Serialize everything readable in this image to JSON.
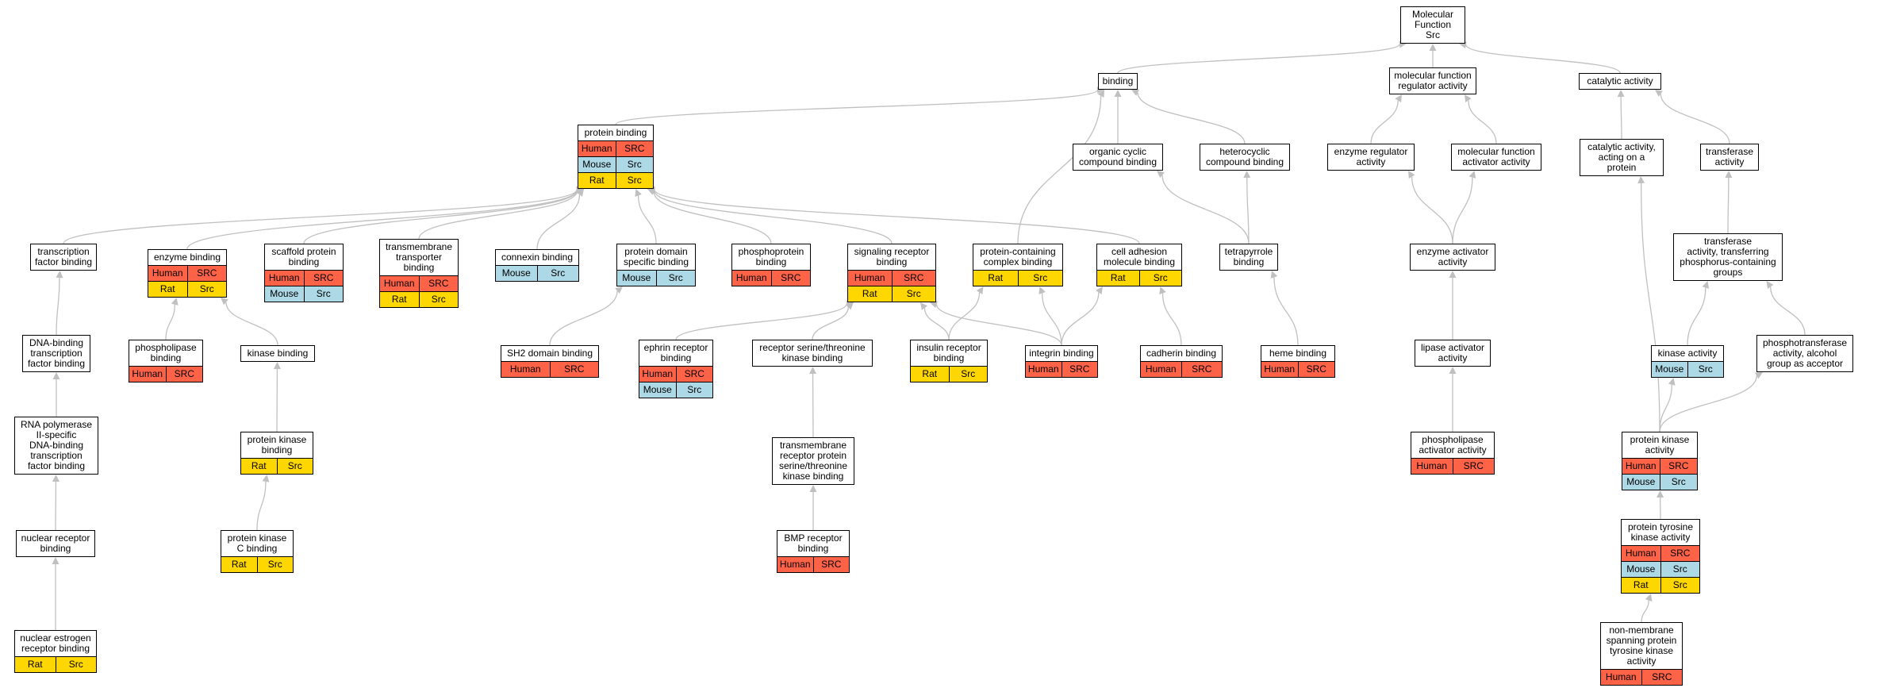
{
  "colors": {
    "human": "#ff6347",
    "mouse": "#add8e6",
    "rat": "#ffd700",
    "edge": "#c0c0c0"
  },
  "nodes": [
    {
      "id": "mf",
      "label": "Molecular Function\nSrc",
      "rows": []
    },
    {
      "id": "binding",
      "label": "binding",
      "rows": []
    },
    {
      "id": "mfreg",
      "label": "molecular function\nregulator activity",
      "rows": []
    },
    {
      "id": "catalytic",
      "label": "catalytic activity",
      "rows": []
    },
    {
      "id": "protbind",
      "label": "protein binding",
      "rows": [
        [
          "Human",
          "SRC"
        ],
        [
          "Mouse",
          "Src"
        ],
        [
          "Rat",
          "Src"
        ]
      ]
    },
    {
      "id": "orgcyc",
      "label": "organic cyclic\ncompound binding",
      "rows": []
    },
    {
      "id": "hetcyc",
      "label": "heterocyclic\ncompound binding",
      "rows": []
    },
    {
      "id": "enzreg",
      "label": "enzyme regulator\nactivity",
      "rows": []
    },
    {
      "id": "mfact",
      "label": "molecular function\nactivator activity",
      "rows": []
    },
    {
      "id": "catprot",
      "label": "catalytic activity,\nacting on a\nprotein",
      "rows": []
    },
    {
      "id": "transferase",
      "label": "transferase\nactivity",
      "rows": []
    },
    {
      "id": "tfbind",
      "label": "transcription\nfactor binding",
      "rows": []
    },
    {
      "id": "enzbind",
      "label": "enzyme binding",
      "rows": [
        [
          "Human",
          "SRC"
        ],
        [
          "Rat",
          "Src"
        ]
      ]
    },
    {
      "id": "scaffold",
      "label": "scaffold protein\nbinding",
      "rows": [
        [
          "Human",
          "SRC"
        ],
        [
          "Mouse",
          "Src"
        ]
      ]
    },
    {
      "id": "tmtrans",
      "label": "transmembrane\ntransporter\nbinding",
      "rows": [
        [
          "Human",
          "SRC"
        ],
        [
          "Rat",
          "Src"
        ]
      ]
    },
    {
      "id": "connexin",
      "label": "connexin binding",
      "rows": [
        [
          "Mouse",
          "Src"
        ]
      ]
    },
    {
      "id": "protdom",
      "label": "protein domain\nspecific binding",
      "rows": [
        [
          "Mouse",
          "Src"
        ]
      ]
    },
    {
      "id": "phosphoprot",
      "label": "phosphoprotein\nbinding",
      "rows": [
        [
          "Human",
          "SRC"
        ]
      ]
    },
    {
      "id": "sigrec",
      "label": "signaling receptor\nbinding",
      "rows": [
        [
          "Human",
          "SRC"
        ],
        [
          "Rat",
          "Src"
        ]
      ]
    },
    {
      "id": "protcomplex",
      "label": "protein-containing\ncomplex binding",
      "rows": [
        [
          "Rat",
          "Src"
        ]
      ]
    },
    {
      "id": "celladh",
      "label": "cell adhesion\nmolecule binding",
      "rows": [
        [
          "Rat",
          "Src"
        ]
      ]
    },
    {
      "id": "tetrapyrrole",
      "label": "tetrapyrrole\nbinding",
      "rows": []
    },
    {
      "id": "enzact",
      "label": "enzyme activator\nactivity",
      "rows": []
    },
    {
      "id": "transphos",
      "label": "transferase\nactivity, transferring\nphosphorus-containing\ngroups",
      "rows": []
    },
    {
      "id": "dnabind",
      "label": "DNA-binding\ntranscription\nfactor binding",
      "rows": []
    },
    {
      "id": "phospholipase",
      "label": "phospholipase\nbinding",
      "rows": [
        [
          "Human",
          "SRC"
        ]
      ]
    },
    {
      "id": "kinbind",
      "label": "kinase binding",
      "rows": []
    },
    {
      "id": "sh2",
      "label": "SH2 domain binding",
      "rows": [
        [
          "Human",
          "SRC"
        ]
      ]
    },
    {
      "id": "ephrin",
      "label": "ephrin receptor\nbinding",
      "rows": [
        [
          "Human",
          "SRC"
        ],
        [
          "Mouse",
          "Src"
        ]
      ]
    },
    {
      "id": "rstkbind",
      "label": "receptor serine/threonine\nkinase binding",
      "rows": []
    },
    {
      "id": "insulin",
      "label": "insulin receptor\nbinding",
      "rows": [
        [
          "Rat",
          "Src"
        ]
      ]
    },
    {
      "id": "integrin",
      "label": "integrin binding",
      "rows": [
        [
          "Human",
          "SRC"
        ]
      ]
    },
    {
      "id": "cadherin",
      "label": "cadherin binding",
      "rows": [
        [
          "Human",
          "SRC"
        ]
      ]
    },
    {
      "id": "heme",
      "label": "heme binding",
      "rows": [
        [
          "Human",
          "SRC"
        ]
      ]
    },
    {
      "id": "lipact",
      "label": "lipase activator\nactivity",
      "rows": []
    },
    {
      "id": "kinact",
      "label": "kinase activity",
      "rows": [
        [
          "Mouse",
          "Src"
        ]
      ]
    },
    {
      "id": "phosalc",
      "label": "phosphotransferase\nactivity, alcohol\ngroup as acceptor",
      "rows": []
    },
    {
      "id": "rnapol",
      "label": "RNA polymerase\nII-specific\nDNA-binding\ntranscription\nfactor binding",
      "rows": []
    },
    {
      "id": "pkbind",
      "label": "protein kinase\nbinding",
      "rows": [
        [
          "Rat",
          "Src"
        ]
      ]
    },
    {
      "id": "tmrecpt",
      "label": "transmembrane\nreceptor protein\nserine/threonine\nkinase binding",
      "rows": []
    },
    {
      "id": "plact",
      "label": "phospholipase\nactivator activity",
      "rows": [
        [
          "Human",
          "SRC"
        ]
      ]
    },
    {
      "id": "pkact",
      "label": "protein kinase\nactivity",
      "rows": [
        [
          "Human",
          "SRC"
        ],
        [
          "Mouse",
          "Src"
        ]
      ]
    },
    {
      "id": "nucrec",
      "label": "nuclear receptor\nbinding",
      "rows": []
    },
    {
      "id": "pkcbind",
      "label": "protein kinase\nC binding",
      "rows": [
        [
          "Rat",
          "Src"
        ]
      ]
    },
    {
      "id": "bmp",
      "label": "BMP receptor\nbinding",
      "rows": [
        [
          "Human",
          "SRC"
        ]
      ]
    },
    {
      "id": "ptk",
      "label": "protein tyrosine\nkinase activity",
      "rows": [
        [
          "Human",
          "SRC"
        ],
        [
          "Mouse",
          "Src"
        ],
        [
          "Rat",
          "Src"
        ]
      ]
    },
    {
      "id": "nucest",
      "label": "nuclear estrogen\nreceptor binding",
      "rows": [
        [
          "Rat",
          "Src"
        ]
      ]
    },
    {
      "id": "nonmem",
      "label": "non-membrane\nspanning protein\ntyrosine kinase\nactivity",
      "rows": [
        [
          "Human",
          "SRC"
        ]
      ]
    }
  ],
  "edges": [
    [
      "binding",
      "mf"
    ],
    [
      "mfreg",
      "mf"
    ],
    [
      "catalytic",
      "mf"
    ],
    [
      "protbind",
      "binding"
    ],
    [
      "orgcyc",
      "binding"
    ],
    [
      "hetcyc",
      "binding"
    ],
    [
      "protcomplex",
      "binding"
    ],
    [
      "enzreg",
      "mfreg"
    ],
    [
      "mfact",
      "mfreg"
    ],
    [
      "catprot",
      "catalytic"
    ],
    [
      "transferase",
      "catalytic"
    ],
    [
      "tfbind",
      "protbind"
    ],
    [
      "enzbind",
      "protbind"
    ],
    [
      "scaffold",
      "protbind"
    ],
    [
      "tmtrans",
      "protbind"
    ],
    [
      "connexin",
      "protbind"
    ],
    [
      "protdom",
      "protbind"
    ],
    [
      "phosphoprot",
      "protbind"
    ],
    [
      "sigrec",
      "protbind"
    ],
    [
      "celladh",
      "protbind"
    ],
    [
      "tetrapyrrole",
      "orgcyc"
    ],
    [
      "tetrapyrrole",
      "hetcyc"
    ],
    [
      "enzact",
      "enzreg"
    ],
    [
      "enzact",
      "mfact"
    ],
    [
      "transphos",
      "transferase"
    ],
    [
      "dnabind",
      "tfbind"
    ],
    [
      "phospholipase",
      "enzbind"
    ],
    [
      "kinbind",
      "enzbind"
    ],
    [
      "sh2",
      "protdom"
    ],
    [
      "ephrin",
      "sigrec"
    ],
    [
      "rstkbind",
      "sigrec"
    ],
    [
      "insulin",
      "sigrec"
    ],
    [
      "integrin",
      "sigrec"
    ],
    [
      "integrin",
      "protcomplex"
    ],
    [
      "integrin",
      "celladh"
    ],
    [
      "insulin",
      "protcomplex"
    ],
    [
      "cadherin",
      "celladh"
    ],
    [
      "heme",
      "tetrapyrrole"
    ],
    [
      "lipact",
      "enzact"
    ],
    [
      "kinact",
      "transphos"
    ],
    [
      "phosalc",
      "transphos"
    ],
    [
      "rnapol",
      "dnabind"
    ],
    [
      "pkbind",
      "kinbind"
    ],
    [
      "tmrecpt",
      "rstkbind"
    ],
    [
      "plact",
      "lipact"
    ],
    [
      "pkact",
      "kinact"
    ],
    [
      "pkact",
      "phosalc"
    ],
    [
      "pkact",
      "catprot"
    ],
    [
      "nucrec",
      "rnapol"
    ],
    [
      "pkcbind",
      "pkbind"
    ],
    [
      "bmp",
      "tmrecpt"
    ],
    [
      "ptk",
      "pkact"
    ],
    [
      "nucest",
      "nucrec"
    ],
    [
      "nonmem",
      "ptk"
    ]
  ]
}
